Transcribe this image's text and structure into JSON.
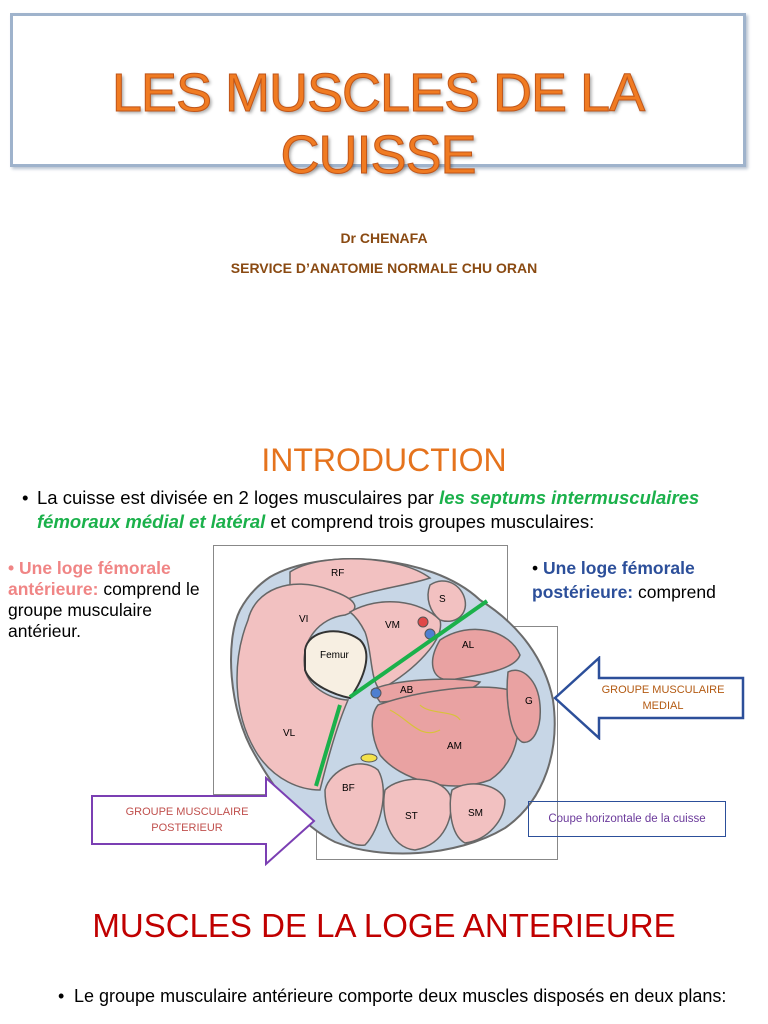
{
  "title": "LES MUSCLES DE LA CUISSE",
  "author": "Dr  CHENAFA",
  "service": "SERVICE D’ANATOMIE NORMALE CHU ORAN",
  "intro": {
    "heading": "INTRODUCTION",
    "bullet_start": "La cuisse est divisée en 2 loges musculaires par ",
    "bullet_italic": "les septums intermusculaires fémoraux médial et latéral",
    "bullet_end": " et comprend trois groupes musculaires:"
  },
  "loge_anterieure": {
    "label": "Une loge fémorale antérieure:",
    "text": " comprend le groupe musculaire antérieur."
  },
  "loge_posterieure": {
    "label": "Une loge fémorale postérieure:",
    "text": " comprend"
  },
  "figure": {
    "labels": {
      "rf": "RF",
      "vi": "VI",
      "vm": "VM",
      "femur": "Femur",
      "vl": "VL",
      "s": "S",
      "al": "AL",
      "ab": "AB",
      "g": "G",
      "am": "AM",
      "bf": "BF",
      "st": "ST",
      "sm": "SM"
    },
    "arrow_medial": "GROUPE  MUSCULAIRE MEDIAL",
    "arrow_posterior": "GROUPE MUSCULAIRE POSTERIEUR",
    "caption": "Coupe horizontale de la cuisse"
  },
  "section2": {
    "heading": "MUSCLES DE LA LOGE ANTERIEURE",
    "bullet": "Le groupe musculaire antérieure comporte deux muscles disposés en deux plans:"
  },
  "colors": {
    "title_orange": "#f07b22",
    "author_brown": "#8a4a12",
    "septum_green": "#1bb14b",
    "pink_label": "#f08585",
    "blue_label": "#2c4f9a",
    "arrow_medial_border": "#2c4f9a",
    "arrow_posterior_border": "#7b3fb3",
    "section_red": "#c00000"
  }
}
